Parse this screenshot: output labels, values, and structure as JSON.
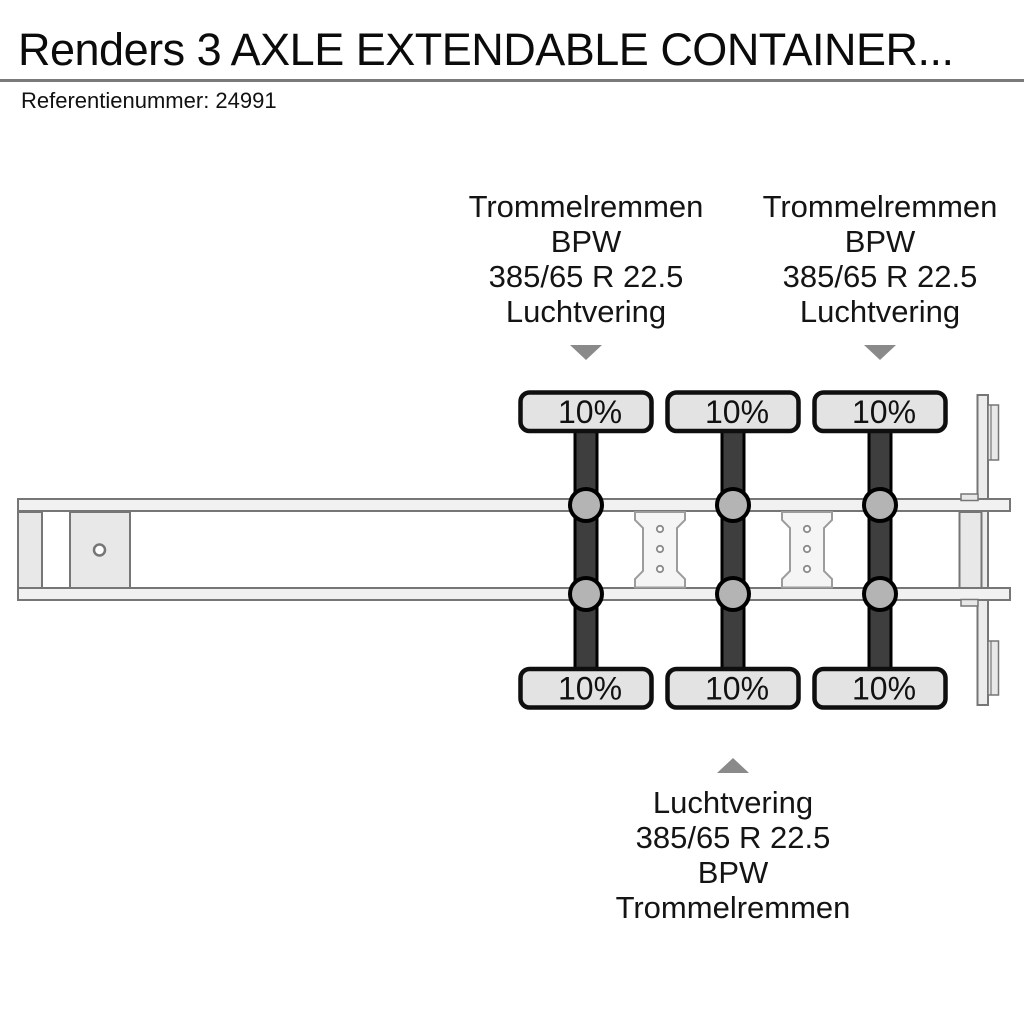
{
  "header": {
    "title": "Renders 3 AXLE EXTENDABLE CONTAINER...",
    "reference": "Referentienummer: 24991"
  },
  "annotations": {
    "front_axle_top": {
      "lines": [
        "Trommelremmen",
        "BPW",
        "385/65 R 22.5",
        "Luchtvering"
      ]
    },
    "rear_axle_top": {
      "lines": [
        "Trommelremmen",
        "BPW",
        "385/65 R 22.5",
        "Luchtvering"
      ]
    },
    "middle_axle_bottom": {
      "lines": [
        "Luchtvering",
        "385/65 R 22.5",
        "BPW",
        "Trommelremmen"
      ]
    }
  },
  "axle_loads": {
    "axle1_top": "10%",
    "axle2_top": "10%",
    "axle3_top": "10%",
    "axle1_bottom": "10%",
    "axle2_bottom": "10%",
    "axle3_bottom": "10%"
  },
  "colors": {
    "background": "#ffffff",
    "divider": "#7a7a7a",
    "arrow": "#8a8a8a",
    "axle_bar": "#3e3e3e",
    "tire_box_fill": "#e3e3e3",
    "tire_box_border": "#0f0f0f",
    "chassis_fill": "#f1f1f1",
    "chassis_outline": "#767676",
    "suspension_mount": "#b4b4b4"
  }
}
